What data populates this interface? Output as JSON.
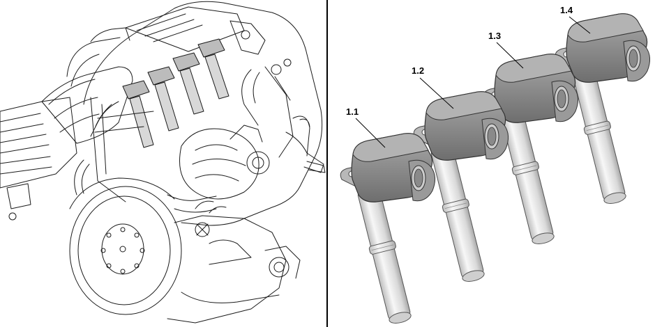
{
  "callouts": [
    {
      "id": "1.1",
      "label": "1.1"
    },
    {
      "id": "1.2",
      "label": "1.2"
    },
    {
      "id": "1.3",
      "label": "1.3"
    },
    {
      "id": "1.4",
      "label": "1.4"
    }
  ],
  "colors": {
    "line_art": "#1a1a1a",
    "coil_body": "#7f7f7f",
    "coil_top": "#a6a6a6",
    "coil_dark": "#5a5a5a",
    "tube": "#e6e6e6",
    "divider": "#000000"
  }
}
